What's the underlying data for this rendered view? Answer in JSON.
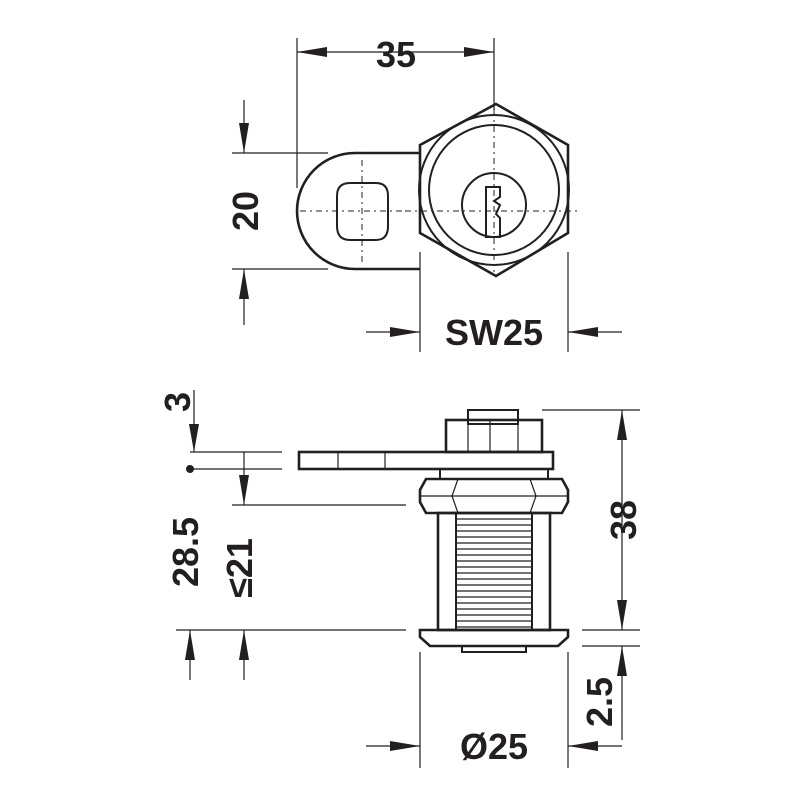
{
  "dimensions": {
    "width_top": "35",
    "height_cam": "20",
    "wrench_size": "SW25",
    "cam_thickness": "3",
    "overall_length": "28.5",
    "panel_max": "≤21",
    "body_length": "38",
    "collar": "2.5",
    "diameter": "Ø25"
  },
  "colors": {
    "line": "#231f20",
    "background": "#ffffff"
  }
}
